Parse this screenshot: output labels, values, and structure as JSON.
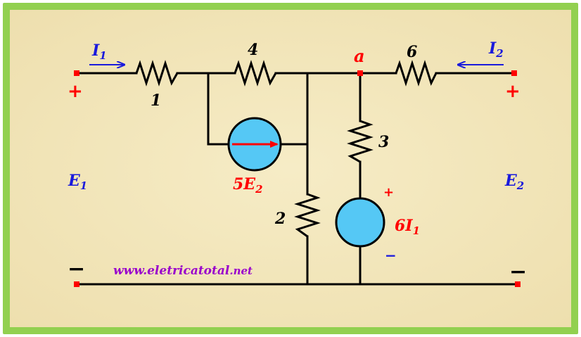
{
  "colors": {
    "border": "#92d050",
    "background": "#f2e6b9",
    "wire": "#000000",
    "source_fill": "#55c8f5",
    "red_label": "#ff0000",
    "blue_label": "#1a1adc",
    "url_text": "#9900cc"
  },
  "labels": {
    "i1_main": "I",
    "i1_sub": "1",
    "i2_main": "I",
    "i2_sub": "2",
    "r1": "1",
    "r2": "2",
    "r3": "3",
    "r4": "4",
    "r6": "6",
    "node_a": "a",
    "e1_main": "E",
    "e1_sub": "1",
    "e2_main": "E",
    "e2_sub": "2",
    "cs_main": "5E",
    "cs_sub": "2",
    "vs_main": "6I",
    "vs_sub": "1",
    "plus_left": "+",
    "plus_right": "+",
    "minus_left": "−",
    "minus_right": "−",
    "vs_plus": "+",
    "vs_minus": "−",
    "url_prefix": "www.eletricatotal",
    "url_suffix": ".net"
  },
  "icons": [
    "current-arrow-icon",
    "resistor-icon",
    "current-source-icon",
    "voltage-source-icon",
    "terminal-icon"
  ]
}
